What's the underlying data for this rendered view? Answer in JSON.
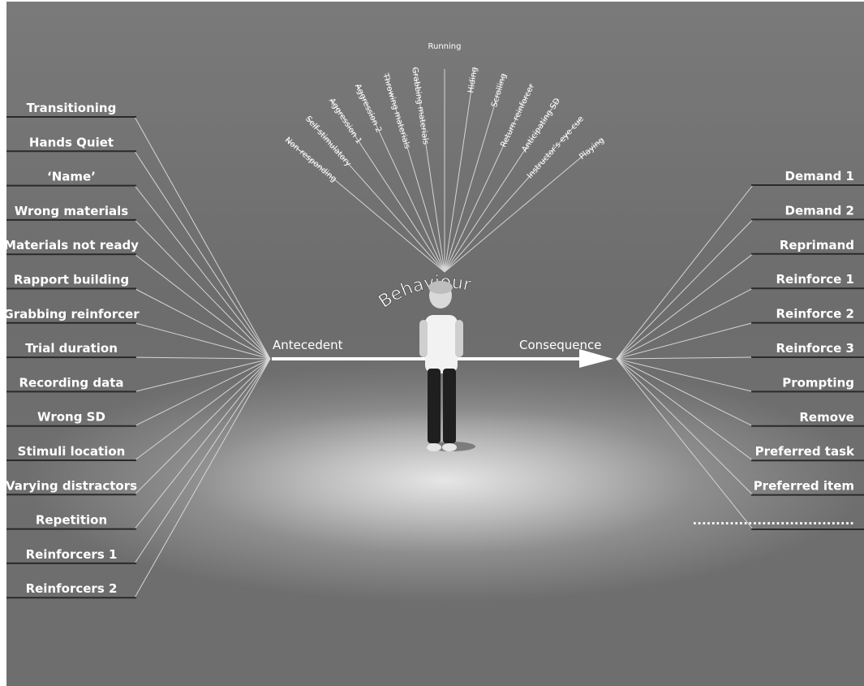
{
  "diagram": {
    "center_label": "Behaviour",
    "left_hub_label": "Antecedent",
    "right_hub_label": "Consequence",
    "antecedents": [
      "Transitioning",
      "Hands Quiet",
      "‘Name’",
      "Wrong materials",
      "Materials not ready",
      "Rapport building",
      "Grabbing reinforcer",
      "Trial duration",
      "Recording data",
      "Wrong SD",
      "Stimuli location",
      "Varying distractors",
      "Repetition",
      "Reinforcers 1",
      "Reinforcers 2"
    ],
    "behaviours": [
      "Non-responding",
      "Self-stimulatory",
      "Aggression 1",
      "Aggression 2",
      "Throwing materials",
      "Grabbing materials",
      "Running",
      "Hiding",
      "Scrolling",
      "Return reinforcer",
      "Anticipating SD",
      "Instructor's eye cue",
      "Playing"
    ],
    "consequences": [
      "Demand 1",
      "Demand 2",
      "Reprimand",
      "Reinforce 1",
      "Reinforce 2",
      "Reinforce 3",
      "Prompting",
      "Remove",
      "Preferred task",
      "Preferred item",
      "..................................."
    ]
  },
  "colors": {
    "background": "#6e6e6e",
    "label_text": "#ffffff",
    "ray_lines": "#d6d6d6",
    "underline": "#2a2a2a",
    "arrow": "#ffffff"
  },
  "icons": {
    "figure": "standing-child-figure"
  }
}
